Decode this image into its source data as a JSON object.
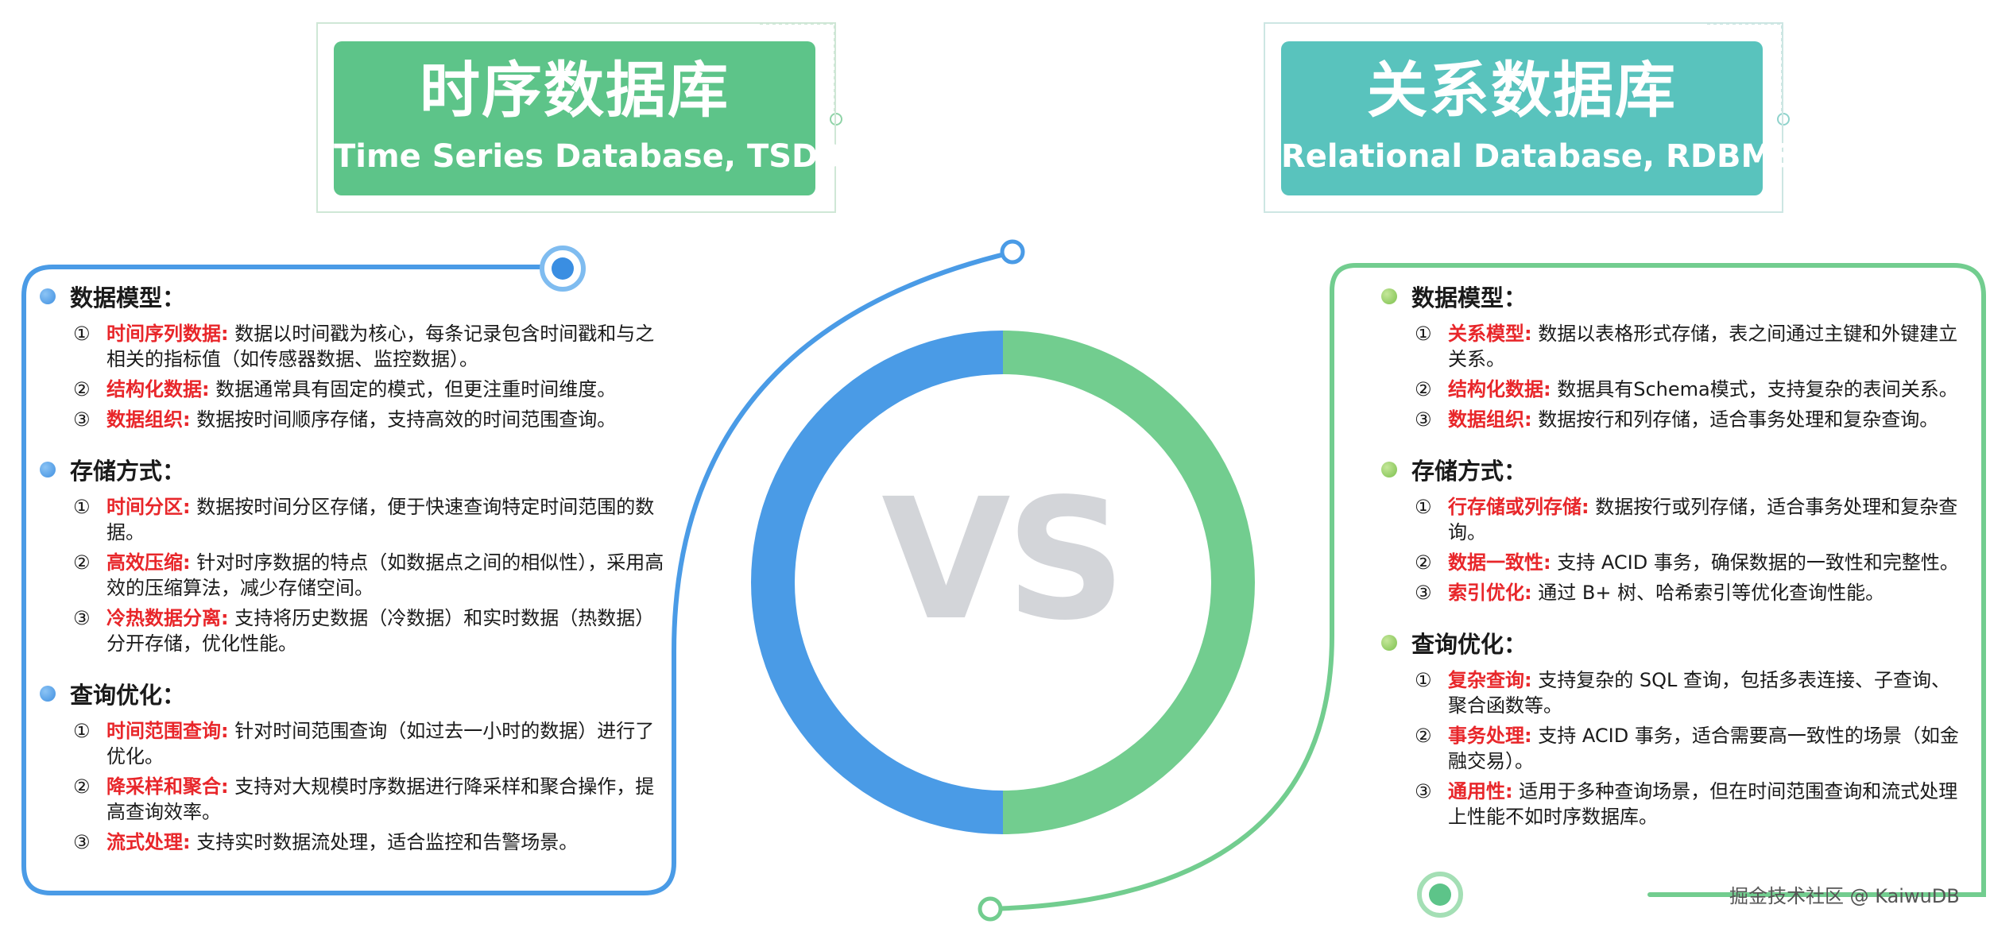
{
  "left_title": {
    "cn": "时序数据库",
    "en": "Time Series Database, TSDB"
  },
  "right_title": {
    "cn": "关系数据库",
    "en": "Relational Database, RDBMS"
  },
  "vs": "VS",
  "colors": {
    "blue": "#4a9be6",
    "green": "#72cd8f",
    "teal": "#59c3bd",
    "keyword": "#e8262a"
  },
  "left": {
    "sections": [
      {
        "heading": "数据模型：",
        "items": [
          {
            "num": "①",
            "kw": "时间序列数据:",
            "text": "数据以时间戳为核心，每条记录包含时间戳和与之相关的指标值（如传感器数据、监控数据）。"
          },
          {
            "num": "②",
            "kw": "结构化数据:",
            "text": "数据通常具有固定的模式，但更注重时间维度。"
          },
          {
            "num": "③",
            "kw": "数据组织:",
            "text": "数据按时间顺序存储，支持高效的时间范围查询。"
          }
        ]
      },
      {
        "heading": "存储方式：",
        "items": [
          {
            "num": "①",
            "kw": "时间分区:",
            "text": "数据按时间分区存储，便于快速查询特定时间范围的数据。"
          },
          {
            "num": "②",
            "kw": "高效压缩:",
            "text": "针对时序数据的特点（如数据点之间的相似性），采用高效的压缩算法，减少存储空间。"
          },
          {
            "num": "③",
            "kw": "冷热数据分离:",
            "text": "支持将历史数据（冷数据）和实时数据（热数据）分开存储，优化性能。"
          }
        ]
      },
      {
        "heading": "查询优化：",
        "items": [
          {
            "num": "①",
            "kw": "时间范围查询:",
            "text": "针对时间范围查询（如过去一小时的数据）进行了优化。"
          },
          {
            "num": "②",
            "kw": "降采样和聚合:",
            "text": "支持对大规模时序数据进行降采样和聚合操作，提高查询效率。"
          },
          {
            "num": "③",
            "kw": "流式处理:",
            "text": "支持实时数据流处理，适合监控和告警场景。"
          }
        ]
      }
    ]
  },
  "right": {
    "sections": [
      {
        "heading": "数据模型：",
        "items": [
          {
            "num": "①",
            "kw": "关系模型:",
            "text": "数据以表格形式存储，表之间通过主键和外键建立关系。"
          },
          {
            "num": "②",
            "kw": "结构化数据:",
            "text": "数据具有Schema模式，支持复杂的表间关系。"
          },
          {
            "num": "③",
            "kw": "数据组织:",
            "text": "数据按行和列存储，适合事务处理和复杂查询。"
          }
        ]
      },
      {
        "heading": "存储方式：",
        "items": [
          {
            "num": "①",
            "kw": "行存储或列存储:",
            "text": "数据按行或列存储，适合事务处理和复杂查询。"
          },
          {
            "num": "②",
            "kw": "数据一致性:",
            "text": "支持 ACID 事务，确保数据的一致性和完整性。"
          },
          {
            "num": "③",
            "kw": "索引优化:",
            "text": "通过 B+ 树、哈希索引等优化查询性能。"
          }
        ]
      },
      {
        "heading": "查询优化：",
        "items": [
          {
            "num": "①",
            "kw": "复杂查询:",
            "text": "支持复杂的 SQL 查询，包括多表连接、子查询、聚合函数等。"
          },
          {
            "num": "②",
            "kw": "事务处理:",
            "text": "支持 ACID 事务，适合需要高一致性的场景（如金融交易）。"
          },
          {
            "num": "③",
            "kw": "通用性:",
            "text": "适用于多种查询场景，但在时间范围查询和流式处理上性能不如时序数据库。"
          }
        ]
      }
    ]
  },
  "watermark": "掘金技术社区 @ KaiwuDB"
}
